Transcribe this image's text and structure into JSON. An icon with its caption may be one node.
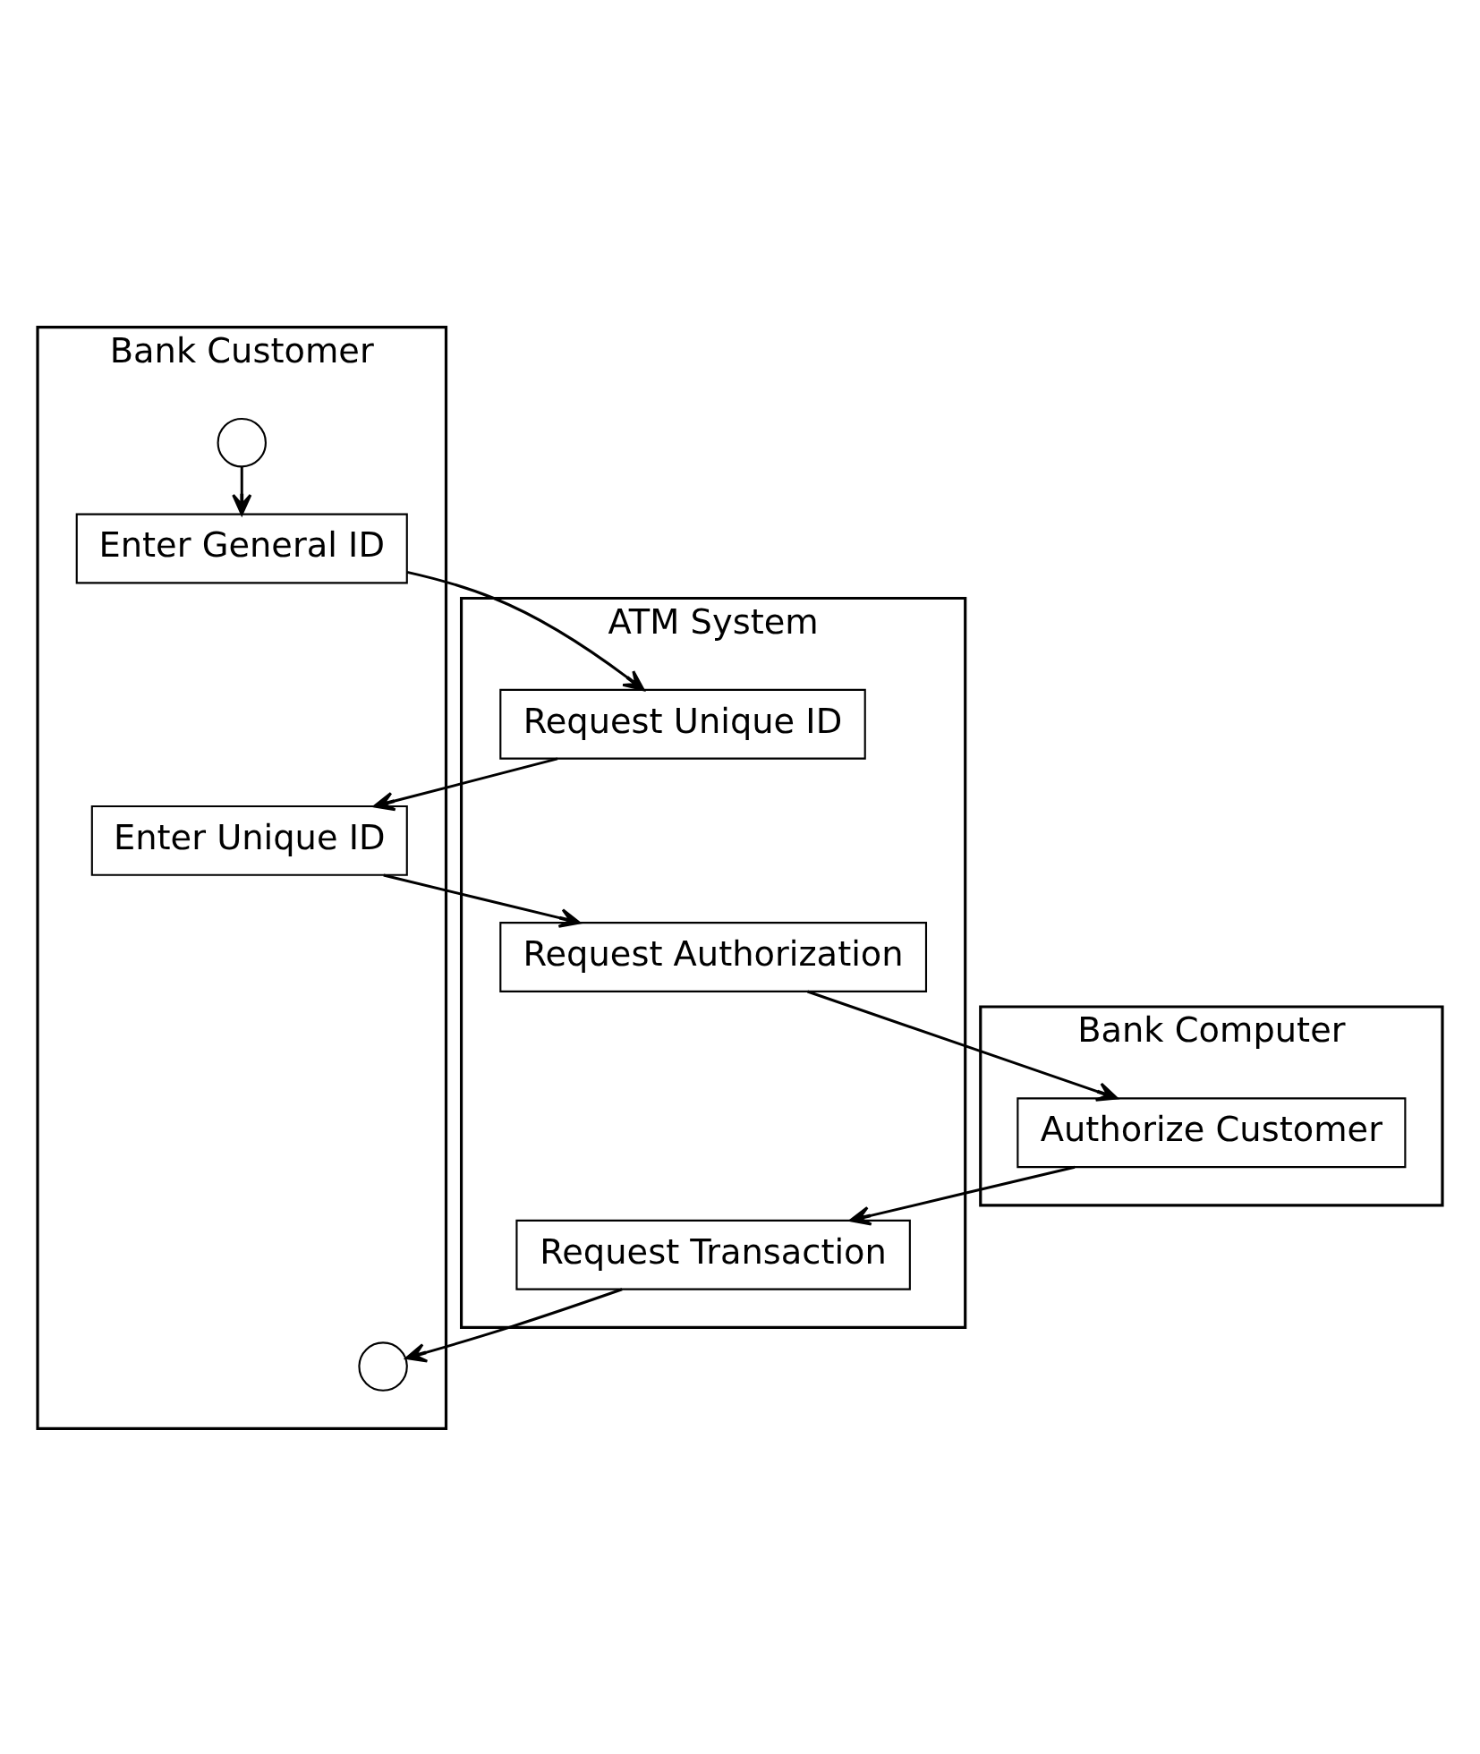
{
  "diagram": {
    "nodes": [
      {
        "text": [
          "Bank Customer"
        ]
      },
      {
        "text": [
          "ATM System"
        ]
      },
      {
        "text": [
          "Bank Computer"
        ]
      },
      {
        "text": [],
        "shape": "circle",
        "in": 0
      },
      {
        "text": [
          "Enter General ID"
        ],
        "in": 0
      },
      {
        "text": [
          "Request Unique ID"
        ],
        "in": 1
      },
      {
        "text": [
          "Enter Unique ID"
        ],
        "in": 0
      },
      {
        "text": [
          "Request Authorization"
        ],
        "in": 1
      },
      {
        "text": [
          "Authorize Customer"
        ],
        "in": 2
      },
      {
        "text": [
          "Request Transaction"
        ],
        "in": 1
      },
      {
        "text": [],
        "shape": "circle",
        "in": 0
      }
    ],
    "edges": [
      {
        "from": 3,
        "to": 4,
        "arrow": "to"
      },
      {
        "from": 4,
        "to": 5,
        "arrow": "to"
      },
      {
        "from": 5,
        "to": 6,
        "arrow": "to"
      },
      {
        "from": 6,
        "to": 7,
        "arrow": "to"
      },
      {
        "from": 7,
        "to": 8,
        "arrow": "to"
      },
      {
        "from": 8,
        "to": 9,
        "arrow": "to"
      },
      {
        "from": 9,
        "to": 10,
        "arrow": "to"
      }
    ]
  }
}
